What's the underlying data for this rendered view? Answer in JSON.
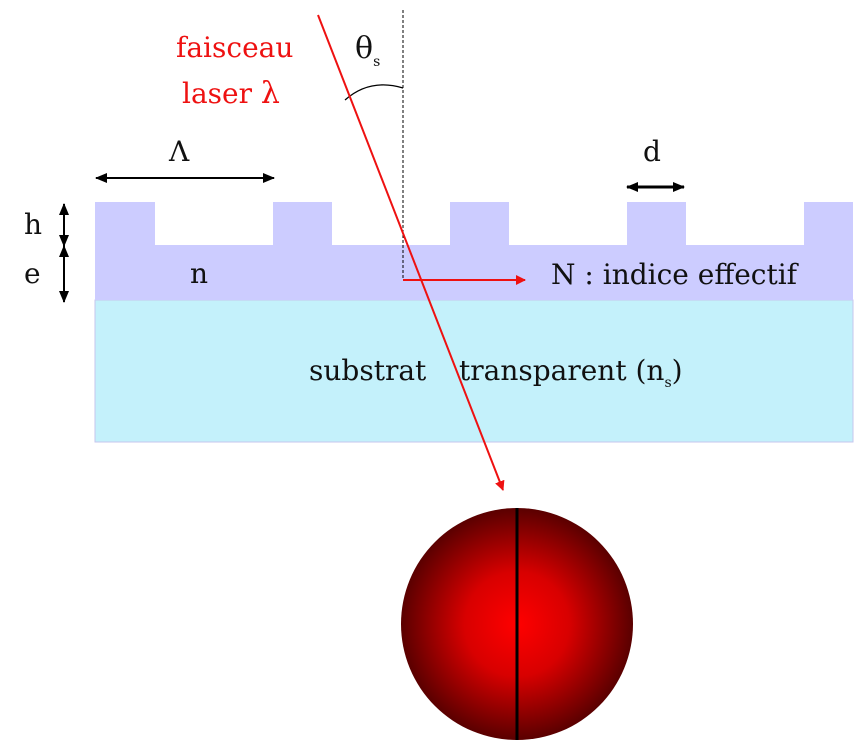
{
  "labels": {
    "beam_line1": "faisceau",
    "beam_line2": "laser ",
    "wavelength_symbol": "λ",
    "angle_symbol": "θ",
    "angle_subscript": "s",
    "period": "Λ",
    "groove_width": "d",
    "groove_height": "h",
    "layer_thickness": "e",
    "layer_index": "n",
    "effective_index": "N : indice effectif",
    "substrate_prefix": "substrat",
    "substrate_middle": "transparent (n",
    "substrate_subscript": "s",
    "substrate_suffix": ")"
  },
  "colors": {
    "beam": "#ee1111",
    "grating_layer": "#ccccff",
    "substrate": "#c4f1fb",
    "substrate_border": "#c6c6ee",
    "spot_center": "#ff0000",
    "spot_edge": "#5a0000",
    "text": "#111111"
  }
}
